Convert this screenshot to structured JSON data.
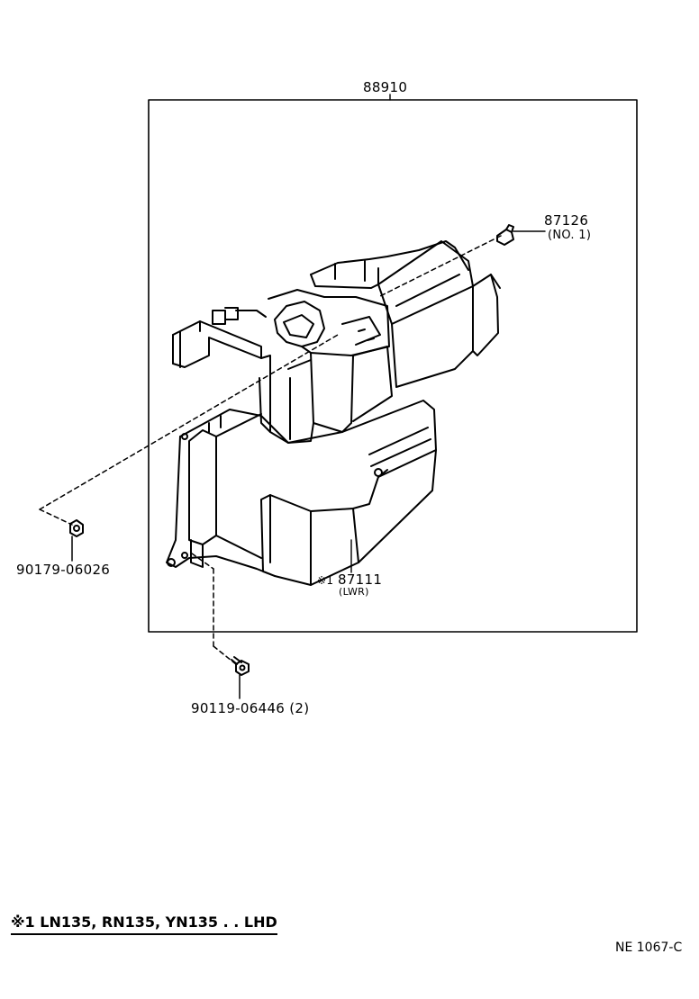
{
  "assembly": {
    "part_no": "88910"
  },
  "callouts": {
    "cooling_unit_case_upper": {
      "part_no": "87126",
      "note": "(NO. 1)"
    },
    "cooling_unit_case_lower": {
      "marker": "※1",
      "part_no": "87111",
      "note": "(LWR)"
    },
    "nut": {
      "part_no": "90179-06026"
    },
    "bolt": {
      "part_no": "90119-06446",
      "qty": "(2)"
    }
  },
  "footnote": {
    "text": "※1 LN135, RN135, YN135 . . LHD"
  },
  "figure_code": "NE 1067-C"
}
